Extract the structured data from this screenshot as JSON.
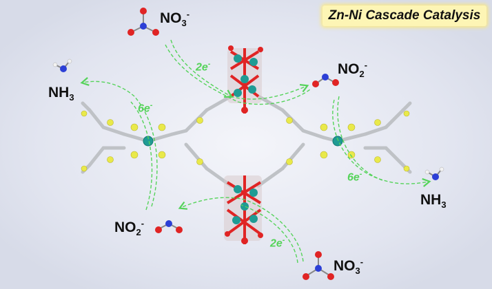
{
  "title": "Zn-Ni Cascade Catalysis",
  "labels": {
    "no3_top": {
      "base": "NO",
      "sub": "3",
      "sup": "-"
    },
    "no3_bottom": {
      "base": "NO",
      "sub": "3",
      "sup": "-"
    },
    "no2_right": {
      "base": "NO",
      "sub": "2",
      "sup": "-"
    },
    "no2_left": {
      "base": "NO",
      "sub": "2",
      "sup": "-"
    },
    "nh3_left": {
      "base": "NH",
      "sub": "3"
    },
    "nh3_right": {
      "base": "NH",
      "sub": "3"
    }
  },
  "electrons": {
    "top": {
      "base": "2e",
      "sup": "-"
    },
    "bottom": {
      "base": "2e",
      "sup": "-"
    },
    "left": {
      "base": "6e",
      "sup": "-"
    },
    "right": {
      "base": "6e",
      "sup": "-"
    }
  },
  "colors": {
    "background": "#dfe3ef",
    "arrow": "#55d35a",
    "zinc": "#1f9b94",
    "nickel": "#1f9b94",
    "oxygen": "#e02424",
    "sulfur": "#e9e94a",
    "carbon": "#c8c8c8",
    "nitrogen": "#2c3fd6",
    "hydrogen": "#f2f2f2",
    "title_bg": "#fdf5b5"
  }
}
